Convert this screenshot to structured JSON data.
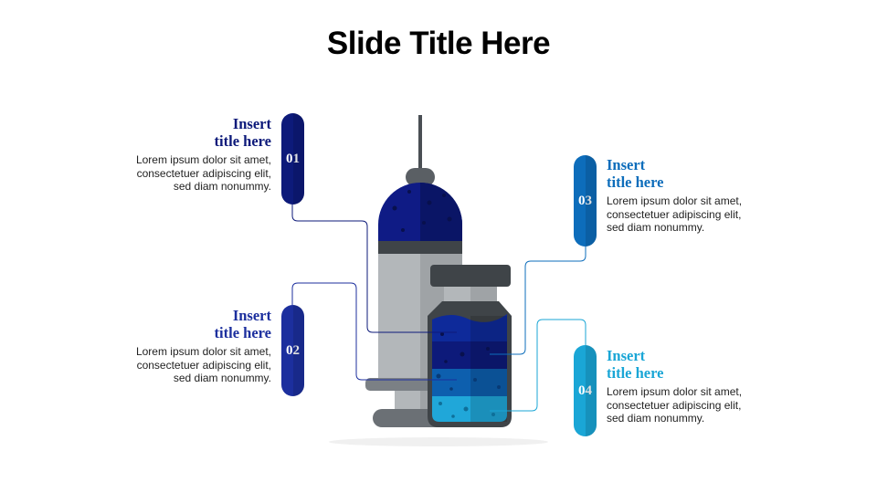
{
  "slide": {
    "title": "Slide Title Here"
  },
  "items": [
    {
      "number": "01",
      "title_line1": "Insert",
      "title_line2": "title here",
      "body": "Lorem ipsum dolor sit amet, consectetuer adipiscing elit, sed diam nonummy.",
      "color": "#0d1a7a"
    },
    {
      "number": "02",
      "title_line1": "Insert",
      "title_line2": "title here",
      "body": "Lorem ipsum dolor sit amet, consectetuer adipiscing elit, sed diam nonummy.",
      "color": "#1c2f9e"
    },
    {
      "number": "03",
      "title_line1": "Insert",
      "title_line2": "title here",
      "body": "Lorem ipsum dolor sit amet, consectetuer adipiscing elit, sed diam nonummy.",
      "color": "#0d6dbb"
    },
    {
      "number": "04",
      "title_line1": "Insert",
      "title_line2": "title here",
      "body": "Lorem ipsum dolor sit amet, consectetuer adipiscing elit, sed diam nonummy.",
      "color": "#1aa6d6"
    }
  ],
  "illustration": {
    "icons": [
      "syringe-icon",
      "vial-icon"
    ]
  }
}
